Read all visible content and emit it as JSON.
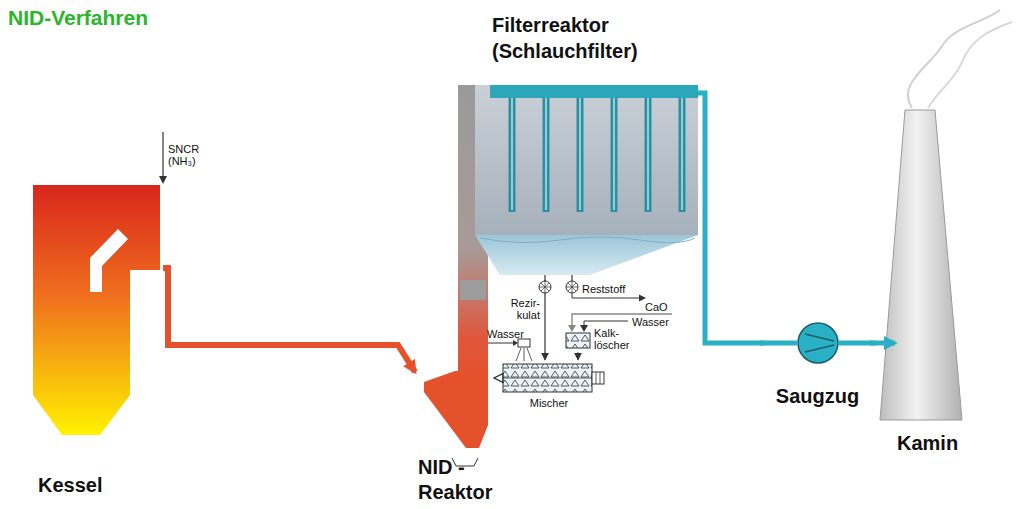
{
  "diagram": {
    "title": "NID-Verfahren",
    "nodes": [
      {
        "text": [
          "Kessel"
        ]
      },
      {
        "text": [
          "NID - Reaktor"
        ]
      },
      {
        "text": [
          "Filterreaktor (Schlauchfilter)"
        ]
      },
      {
        "text": [
          "Mischer"
        ]
      },
      {
        "text": [
          "Kalk- löscher"
        ]
      },
      {
        "text": [
          "Saugzug"
        ]
      },
      {
        "text": [
          "Kamin"
        ]
      }
    ],
    "edges": [
      {
        "from": 0,
        "to": 1,
        "arrow": "to"
      },
      {
        "from": 1,
        "to": 2,
        "arrow": "none"
      },
      {
        "from": 2,
        "to": 3,
        "label": "Rezir- kulat",
        "arrow": "to"
      },
      {
        "from": 4,
        "to": 3,
        "arrow": "to"
      },
      {
        "from": 3,
        "to": 1,
        "arrow": "to"
      },
      {
        "from": 2,
        "to": 5,
        "arrow": "none"
      },
      {
        "from": 5,
        "to": 6,
        "arrow": "to"
      }
    ],
    "labels": [
      "SNCR (NH₃)",
      "Reststoff",
      "Wasser",
      "Wasser",
      "CaO"
    ]
  }
}
